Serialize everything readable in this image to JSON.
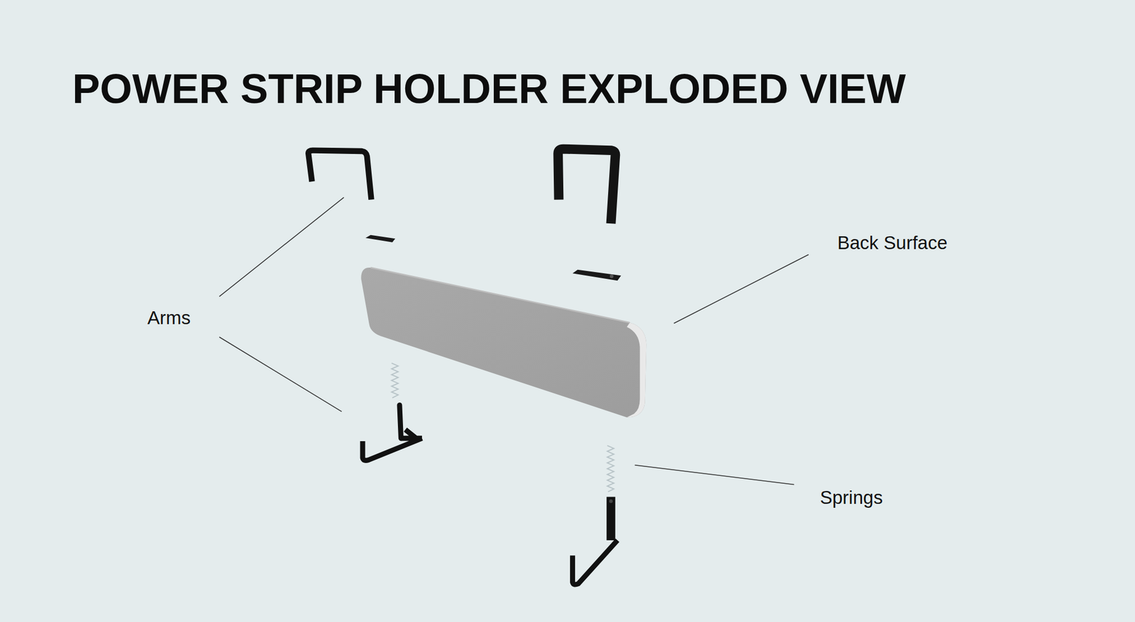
{
  "diagram": {
    "title": "POWER STRIP HOLDER EXPLODED VIEW",
    "labels": [
      "Arms",
      "Back Surface",
      "Springs"
    ]
  }
}
